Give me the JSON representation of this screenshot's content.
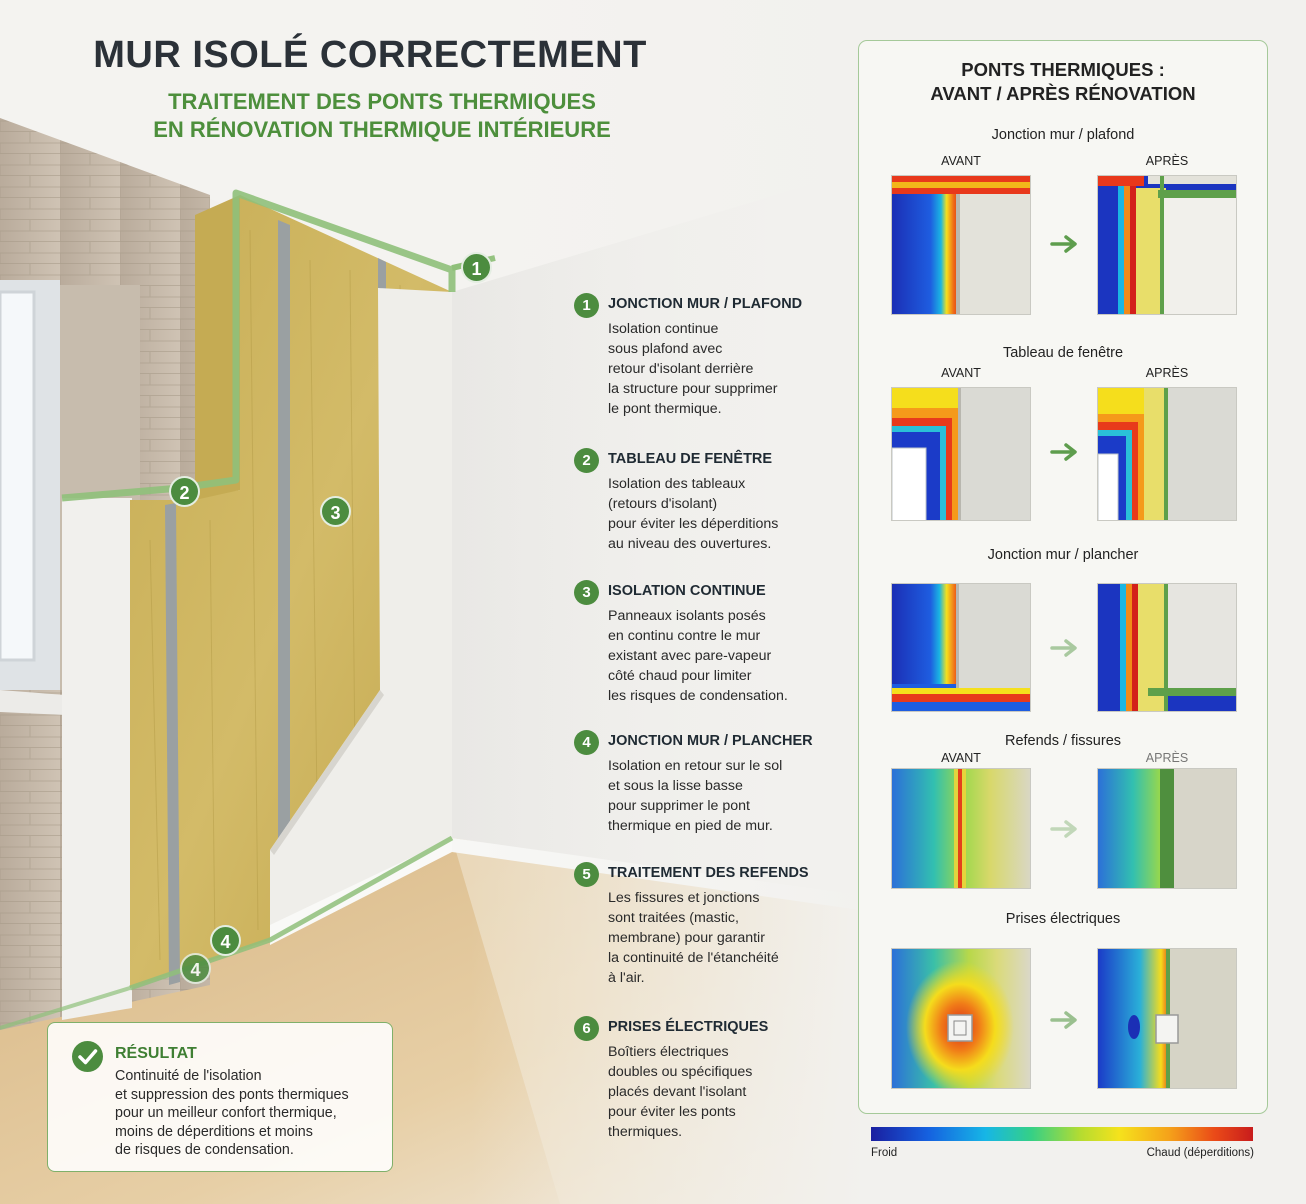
{
  "header": {
    "title": "MUR ISOLÉ CORRECTEMENT",
    "subtitle_line1": "TRAITEMENT DES PONTS THERMIQUES",
    "subtitle_line2": "EN RÉNOVATION THERMIQUE INTÉRIEURE"
  },
  "markers": [
    "1",
    "2",
    "3",
    "4",
    "4"
  ],
  "items": [
    {
      "num": "1",
      "title": "JONCTION MUR / PLAFOND",
      "text": "Isolation continue\nsous plafond avec\nretour d'isolant derrière\nla structure pour supprimer\nle pont thermique."
    },
    {
      "num": "2",
      "title": "TABLEAU DE FENÊTRE",
      "text": "Isolation des tableaux\n(retours d'isolant)\npour éviter les déperditions\nau niveau des ouvertures."
    },
    {
      "num": "3",
      "title": "ISOLATION CONTINUE",
      "text": "Panneaux isolants posés\nen continu contre le mur\nexistant avec pare-vapeur\ncôté chaud pour limiter\nles risques de condensation."
    },
    {
      "num": "4",
      "title": "JONCTION MUR / PLANCHER",
      "text": "Isolation en retour sur le sol\net sous la lisse basse\npour supprimer le pont\nthermique en pied de mur."
    },
    {
      "num": "5",
      "title": "TRAITEMENT DES REFENDS",
      "text": "Les fissures et jonctions\nsont traitées (mastic,\nmembrane) pour garantir\nla continuité de l'étanchéité\nà l'air."
    },
    {
      "num": "6",
      "title": "PRISES ÉLECTRIQUES",
      "text": "Boîtiers électriques\ndoubles ou spécifiques\nplacés devant l'isolant\npour éviter les ponts\nthermiques."
    }
  ],
  "result": {
    "title": "RÉSULTAT",
    "text": "Continuité de l'isolation\net suppression des ponts thermiques\npour un meilleur confort thermique,\nmoins de déperditions et moins\nde risques de condensation."
  },
  "panel": {
    "title_line1": "PONTS THERMIQUES :",
    "title_line2": "AVANT / APRÈS RÉNOVATION",
    "before_label": "AVANT",
    "after_label": "APRÈS",
    "sections": [
      "Jonction mur / plafond",
      "Tableau de fenêtre",
      "Jonction mur / plancher",
      "Refends / fissures",
      "Prises électriques"
    ]
  },
  "legend": {
    "cold": "Froid",
    "hot": "Chaud (déperditions)"
  },
  "colors": {
    "accent_green": "#4c8c3f",
    "title_dark": "#2b3138",
    "insulation": "#c9b25a"
  },
  "icons": [
    "check-icon",
    "arrow-right-icon"
  ]
}
